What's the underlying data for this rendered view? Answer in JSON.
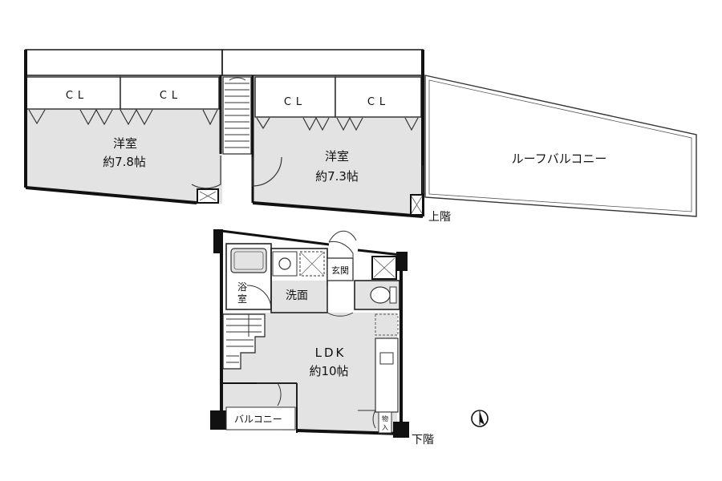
{
  "upper_floor": {
    "closets": [
      "CL",
      "CL",
      "CL",
      "CL"
    ],
    "room_left": {
      "name": "洋室",
      "size": "約7.8帖"
    },
    "room_right": {
      "name": "洋室",
      "size": "約7.3帖"
    },
    "roof_balcony": "ルーフバルコニー",
    "stair_label": "上階"
  },
  "lower_floor": {
    "bath": "浴室",
    "washroom": "洗面",
    "entrance": "玄関",
    "ldk": {
      "name": "LDK",
      "size": "約10帖"
    },
    "balcony": "バルコニー",
    "storage": "物入",
    "stair_label": "下階"
  },
  "colors": {
    "room_fill": "#e3e3e3",
    "wall": "#111111",
    "line": "#222222"
  },
  "icons": [
    "north-arrow-icon"
  ]
}
